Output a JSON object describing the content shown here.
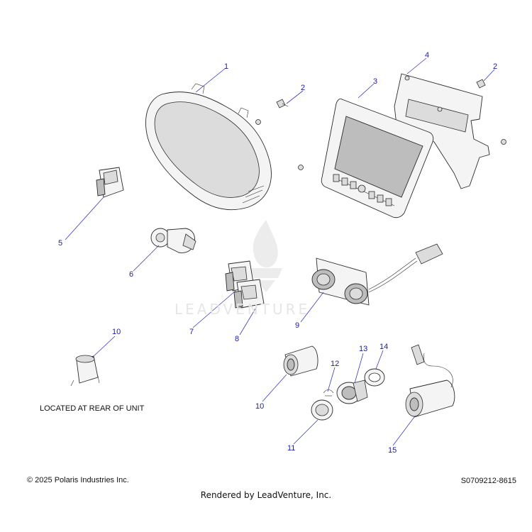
{
  "watermark": {
    "brand": "LEADVENTURE",
    "logo_icon": "flame-logo-icon"
  },
  "callouts": [
    "1",
    "2",
    "3",
    "4",
    "2",
    "5",
    "6",
    "7",
    "8",
    "9",
    "10",
    "10",
    "11",
    "12",
    "13",
    "14",
    "15"
  ],
  "note": "LOCATED AT REAR OF UNIT",
  "footer": {
    "copyright": "© 2025 Polaris Industries Inc.",
    "drawing_id": "S0709212-8615",
    "rendered_by": "Rendered by LeadVenture, Inc."
  },
  "colors": {
    "callout": "#1a1aa8",
    "leader": "#3a3ac0",
    "line": "#2b2b2b"
  }
}
